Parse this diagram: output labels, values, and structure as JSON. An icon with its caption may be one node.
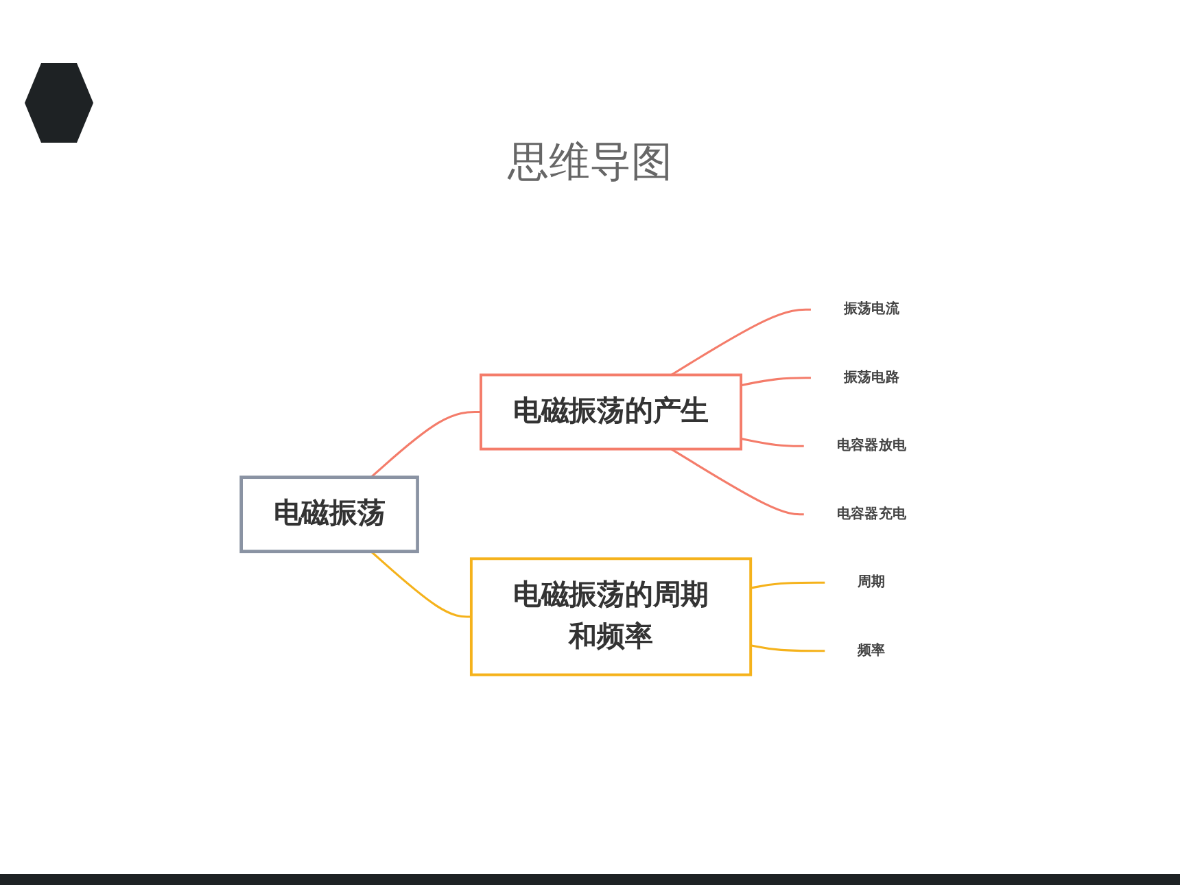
{
  "diagram": {
    "title": "思维导图",
    "nodes": [
      {
        "text": [
          "电磁振荡"
        ]
      },
      {
        "text": [
          "电磁振荡的产生"
        ]
      },
      {
        "text": [
          "振荡电流"
        ]
      },
      {
        "text": [
          "振荡电路"
        ]
      },
      {
        "text": [
          "电容器放电"
        ]
      },
      {
        "text": [
          "电容器充电"
        ]
      },
      {
        "text": [
          "电磁振荡的周期和频率"
        ]
      },
      {
        "text": [
          "周期"
        ]
      },
      {
        "text": [
          "频率"
        ]
      }
    ],
    "edges": [
      {
        "from": 0,
        "to": 1,
        "arrow": "none"
      },
      {
        "from": 1,
        "to": 2,
        "arrow": "none"
      },
      {
        "from": 1,
        "to": 3,
        "arrow": "none"
      },
      {
        "from": 1,
        "to": 4,
        "arrow": "none"
      },
      {
        "from": 1,
        "to": 5,
        "arrow": "none"
      },
      {
        "from": 0,
        "to": 6,
        "arrow": "none",
        "color": "#f5b21b"
      },
      {
        "from": 6,
        "to": 7,
        "arrow": "none",
        "color": "#f5b21b"
      },
      {
        "from": 6,
        "to": 8,
        "arrow": "none",
        "color": "#f5b21b"
      }
    ]
  }
}
